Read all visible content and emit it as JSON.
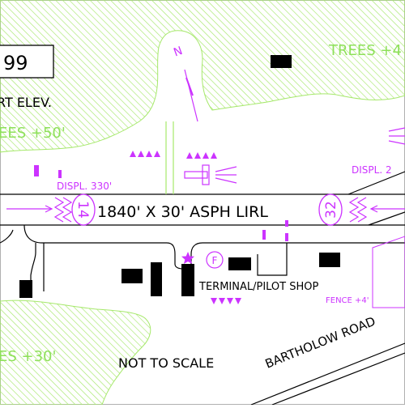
{
  "diagram": {
    "airport_id_partial": "99",
    "elevation_label_partial": "RT ELEV.",
    "runway_label": "1840' X 30' ASPH LIRL",
    "runway_end_left": "14",
    "runway_end_right": "32",
    "displaced_threshold_left": "DISPL. 330'",
    "displaced_threshold_right_partial": "DISPL. 2",
    "trees_top_right": "TREES +4",
    "trees_upper_left": "EES +50'",
    "trees_lower_left": "ES +30'",
    "terminal_label": "TERMINAL/PILOT SHOP",
    "fuel_symbol": "F",
    "fence_label": "FENCE +4'",
    "road_label": "BARTHOLOW ROAD",
    "scale_note": "NOT TO SCALE",
    "north_label": "N"
  },
  "colors": {
    "trees_hatch": "#a6e86b",
    "trees_text": "#8ee05a",
    "magenta": "#cc33ff",
    "line": "#000000",
    "building": "#000000",
    "border": "#b0b0b0"
  }
}
